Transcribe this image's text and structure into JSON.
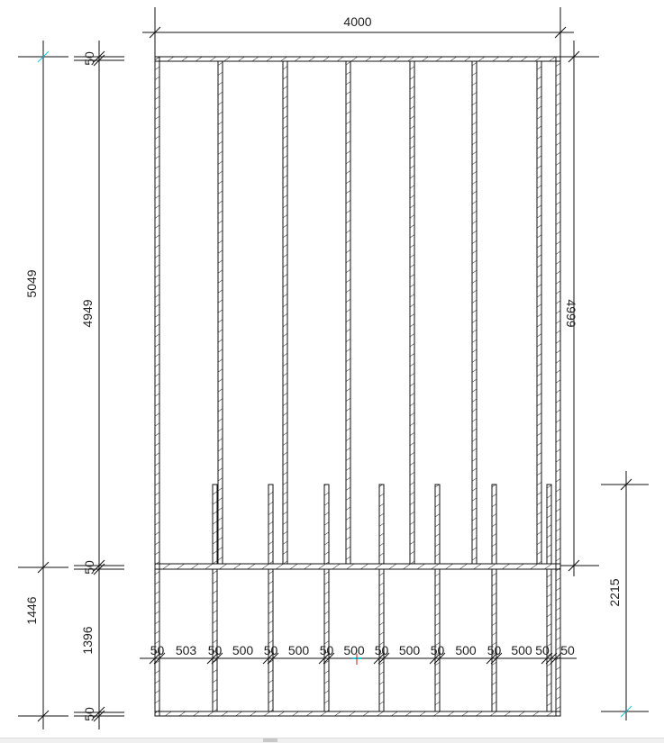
{
  "drawing": {
    "overall_width": "4000",
    "overall_height": "5049",
    "upper_total": "4999",
    "lower_height_total": "1446",
    "lower_clear_height": "1396",
    "upper_clear_height": "4949",
    "top_wall": "50",
    "middle_wall": "50",
    "bottom_wall": "50",
    "stub_dimension": "2215",
    "bottom_chain": [
      "50",
      "503",
      "50",
      "500",
      "50",
      "500",
      "50",
      "500",
      "50",
      "500",
      "50",
      "500",
      "50",
      "500",
      "50",
      "50"
    ]
  },
  "colors": {
    "line": "#111111",
    "marker": "#19c7d6",
    "origin": "#d01010"
  }
}
